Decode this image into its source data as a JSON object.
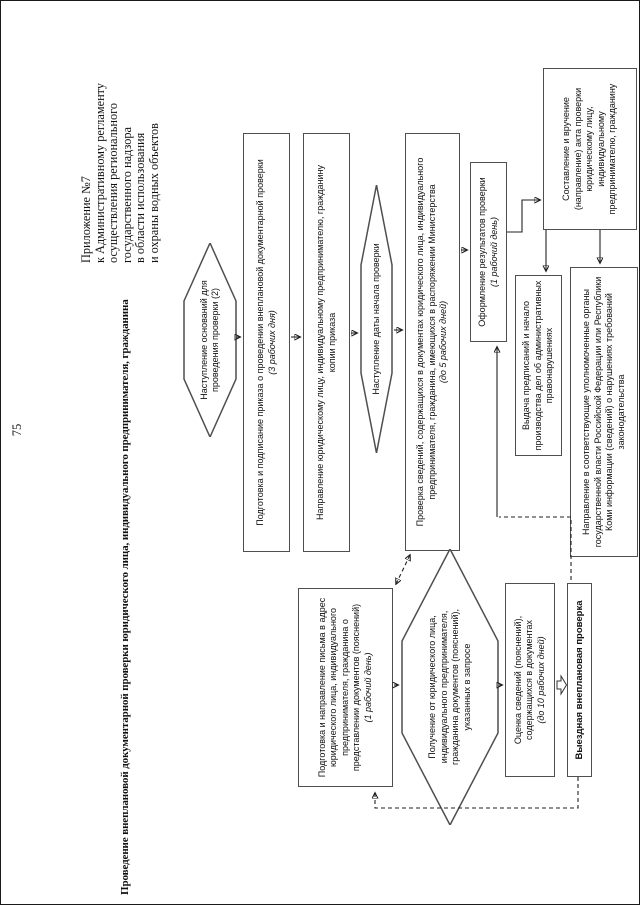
{
  "page": {
    "number": "75"
  },
  "header": {
    "lines": [
      "Приложение №7",
      "к Административному регламенту",
      "осуществления регионального",
      "государственного надзора",
      "в области использования",
      "и охраны водных объектов"
    ]
  },
  "title": "Проведение внеплановой документарной проверки юридического лица, индивидуального предпринимателя, гражданина",
  "flowchart": {
    "nodes": {
      "grounds_event": {
        "type": "hexagon",
        "text": "Наступление оснований для проведения проверки (2)"
      },
      "prepare_order": {
        "type": "box",
        "text": "Подготовка и подписание приказа о проведении внеплановой документарной проверки",
        "duration": "(3 рабочих дня)"
      },
      "send_order_copy": {
        "type": "box",
        "text": "Направление юридическому лицу, индивидуальному предпринимателю, гражданину копии приказа"
      },
      "start_date_event": {
        "type": "hexagon",
        "text": "Наступление даты начала проверки"
      },
      "verify_documents": {
        "type": "box",
        "text": "Проверка сведений, содержащихся в документах юридического лица, индивидуального предпринимателя, гражданина, имеющихся в распоряжении Министерства",
        "duration": "(до 5 рабочих дней)"
      },
      "prepare_letter": {
        "type": "box",
        "text": "Подготовка и направление письма в адрес юридического лица, индивидуального предпринимателя, гражданина о представлении документов (пояснений)",
        "duration": "(1 рабочий день)"
      },
      "receive_documents": {
        "type": "hexagon",
        "text": "Получение от юридического лица, индивидуального предпринимателя, гражданина документов (пояснений), указанных в запросе"
      },
      "evaluate_documents": {
        "type": "box",
        "text": "Оценка сведений (пояснений), содержащихся в документах",
        "duration": "(до 10 рабочих дней)"
      },
      "field_inspection": {
        "type": "box",
        "text": "Выездная внеплановая проверка"
      },
      "formalize_results": {
        "type": "box",
        "text": "Оформление результатов проверки",
        "duration": "(1 рабочий день)"
      },
      "issue_act": {
        "type": "box",
        "text": "Составление и вручение (направление) акта проверки юридическому лицу, индивидуальному предпринимателю, гражданину"
      },
      "issue_prescriptions": {
        "type": "box",
        "text": "Выдача предписаний и начало производства дел об административных правонарушениях"
      },
      "notify_authorities": {
        "type": "box",
        "text": "Направление в соответствующие уполномоченные органы государственной власти Российской Федерации или Республики Коми информации (сведений) о нарушениях требований законодательства"
      }
    }
  },
  "colors": {
    "box_border": "#4f4f4f",
    "connector": "#222222",
    "text": "#111111",
    "page_background": "#ffffff"
  }
}
